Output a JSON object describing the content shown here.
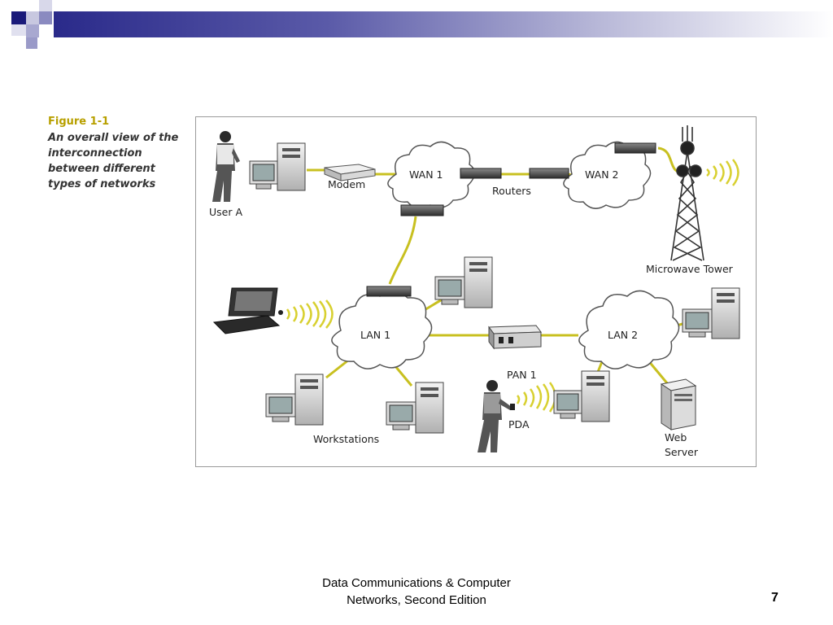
{
  "caption": {
    "figure_label": "Figure 1-1",
    "figure_text": "An overall view of the interconnection between different types of networks"
  },
  "diagram": {
    "labels": {
      "user_a": "User A",
      "modem": "Modem",
      "wan1": "WAN 1",
      "wan2": "WAN 2",
      "routers": "Routers",
      "microwave_line1": "Microwave Tower",
      "lan1": "LAN 1",
      "lan2": "LAN 2",
      "pan1": "PAN 1",
      "pda": "PDA",
      "workstations": "Workstations",
      "web_server_line1": "Web",
      "web_server_line2": "Server"
    },
    "colors": {
      "link": "#c8c020",
      "wireless": "#d8d030",
      "cloud_fill": "#ffffff",
      "cloud_stroke": "#555555"
    }
  },
  "footer": {
    "line1": "Data Communications & Computer",
    "line2": "Networks, Second Edition",
    "page_number": "7"
  },
  "theme": {
    "bar_dark": "#2a2a8a",
    "bar_light": "#9e9ec8"
  }
}
